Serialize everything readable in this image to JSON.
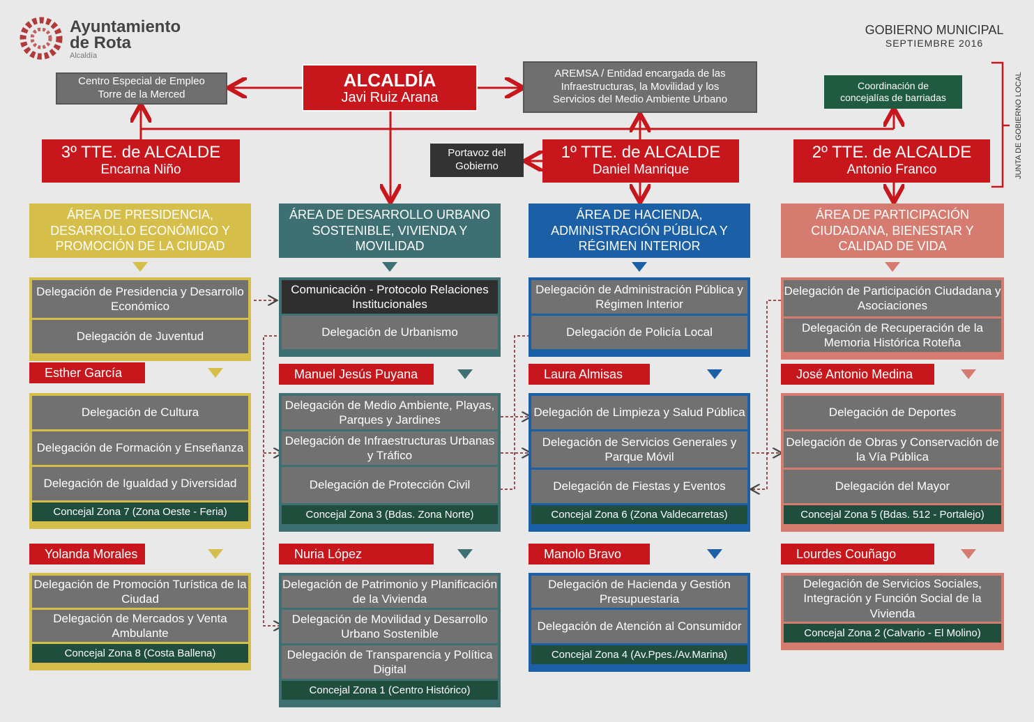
{
  "logo": {
    "line1": "Ayuntamiento",
    "line2": "de Rota",
    "line3": "Alcaldía"
  },
  "header": {
    "title": "GOBIERNO MUNICIPAL",
    "date": "SEPTIEMBRE 2016"
  },
  "side_label": "JUNTA DE GOBIERNO LOCAL",
  "alcaldia": {
    "title": "ALCALDÍA",
    "name": "Javi Ruiz Arana"
  },
  "centro": {
    "line1": "Centro Especial de Empleo",
    "line2": "Torre de la Merced"
  },
  "aremsa": {
    "line1": "AREMSA / Entidad encargada de las",
    "line2": "Infraestructuras, la Movilidad y los",
    "line3": "Servicios del Medio Ambiente Urbano"
  },
  "coordinacion": {
    "line1": "Coordinación de",
    "line2": "concejalías de barriadas"
  },
  "portavoz": {
    "line1": "Portavoz del",
    "line2": "Gobierno"
  },
  "ttes": [
    {
      "title": "3º TTE. de ALCALDE",
      "name": "Encarna Niño"
    },
    {
      "title": "1º TTE. de ALCALDE",
      "name": "Daniel Manrique"
    },
    {
      "title": "2º TTE. de ALCALDE",
      "name": "Antonio Franco"
    }
  ],
  "columns": [
    {
      "color": "#d6be4a",
      "area": [
        "ÁREA DE PRESIDENCIA,",
        "DESARROLLO ECONÓMICO Y",
        "PROMOCIÓN DE LA CIUDAD"
      ],
      "top": [
        "Delegación de Presidencia y Desarrollo Económico",
        "Delegación de Juventud"
      ],
      "name1": "Esther García",
      "mid": [
        "Delegación de Cultura",
        "Delegación de Formación y Enseñanza",
        "Delegación de Igualdad y Diversidad"
      ],
      "concejal1": "Concejal Zona 7 (Zona Oeste - Feria)",
      "name2": "Yolanda Morales",
      "bot": [
        "Delegación de Promoción Turística de la Ciudad",
        "Delegación de Mercados y Venta Ambulante"
      ],
      "concejal2": "Concejal Zona 8 (Costa Ballena)"
    },
    {
      "color": "#3e6f73",
      "area": [
        "ÁREA DE DESARROLLO URBANO",
        "SOSTENIBLE, VIVIENDA Y",
        "MOVILIDAD"
      ],
      "top": [
        "Comunicación - Protocolo Relaciones Institucionales",
        "Delegación de Urbanismo"
      ],
      "name1": "Manuel Jesús Puyana",
      "mid": [
        "Delegación de Medio Ambiente, Playas, Parques y Jardines",
        "Delegación de Infraestructuras Urbanas y Tráfico",
        "Delegación de Protección Civil"
      ],
      "concejal1": "Concejal Zona 3 (Bdas. Zona Norte)",
      "name2": "Nuria López",
      "bot": [
        "Delegación de Patrimonio y Planificación de la Vivienda",
        "Delegación de Movilidad y Desarrollo Urbano Sostenible",
        "Delegación de Transparencia y Política Digital"
      ],
      "concejal2": "Concejal Zona 1 (Centro Histórico)"
    },
    {
      "color": "#1b5fa6",
      "area": [
        "ÁREA DE HACIENDA,",
        "ADMINISTRACIÓN PÚBLICA Y",
        "RÉGIMEN INTERIOR"
      ],
      "top": [
        "Delegación de Administración Pública y Régimen Interior",
        "Delegación de Policía Local"
      ],
      "name1": "Laura Almisas",
      "mid": [
        "Delegación de Limpieza y Salud Pública",
        "Delegación de Servicios Generales y Parque Móvil",
        "Delegación de Fiestas y Eventos"
      ],
      "concejal1": "Concejal Zona 6 (Zona Valdecarretas)",
      "name2": "Manolo Bravo",
      "bot": [
        "Delegación de Hacienda y Gestión Presupuestaria",
        "Delegación de Atención al Consumidor"
      ],
      "concejal2": "Concejal Zona 4 (Av.Ppes./Av.Marina)"
    },
    {
      "color": "#d67b70",
      "area": [
        "ÁREA DE PARTICIPACIÓN",
        "CIUDADANA, BIENESTAR Y",
        "CALIDAD DE VIDA"
      ],
      "top": [
        "Delegación de Participación Ciudadana y Asociaciones",
        "Delegación de Recuperación de la Memoria Histórica Roteña"
      ],
      "name1": "José Antonio Medina",
      "mid": [
        "Delegación de Deportes",
        "Delegación de Obras y Conservación de la Vía Pública",
        "Delegación del Mayor"
      ],
      "concejal1": "Concejal Zona 5 (Bdas. 512 - Portalejo)",
      "name2": "Lourdes Couñago",
      "bot": [
        "Delegación de Servicios Sociales, Integración y Función Social de la Vivienda"
      ],
      "concejal2": "Concejal Zona 2 (Calvario - El Molino)"
    }
  ]
}
